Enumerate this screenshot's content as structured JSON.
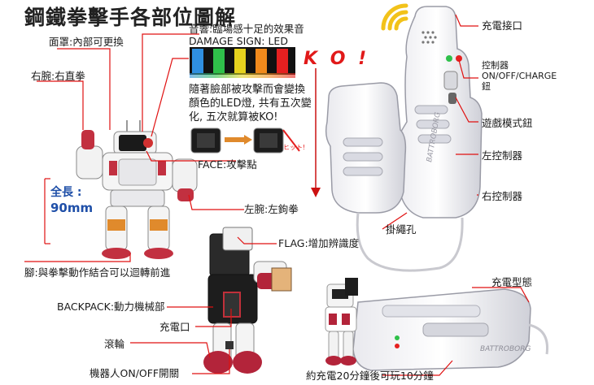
{
  "title": "鋼鐵拳擊手各部位圖解",
  "robot_labels": {
    "mask": "面罩:內部可更換",
    "right_arm": "右腕:右直拳",
    "sound": "音響:臨場感十足的效果音",
    "damage_sign": "DAMAGE SIGN: LED",
    "ko": "K O !",
    "led_desc": [
      "隨著臉部被攻擊而會變換",
      "顏色的LED燈, 共有五次變",
      "化, 五次就算被KO!"
    ],
    "face": "FACE:攻擊點",
    "left_arm": "左腕:左鉤拳",
    "flag": "FLAG:增加辨識度",
    "legs": "腳:與拳擊動作結合可以迴轉前進",
    "backpack": "BACKPACK:動力機械部",
    "charge_port_robot": "充電口",
    "wheel": "滾輪",
    "robot_power": "機器人ON/OFF開關"
  },
  "size": {
    "label": "全長 :",
    "value": "90mm"
  },
  "controller_labels": {
    "charge_port": "充電接口",
    "controller": "控制器",
    "power_switch": "ON/OFF/CHARGE",
    "switch_suffix": "鈕",
    "game_mode": "遊戲模式鈕",
    "left_controller": "左控制器",
    "right_controller": "右控制器",
    "strap_hole": "掛繩孔",
    "charging_state": "充電型態",
    "charge_time": "約充電20分鐘後可玩10分鐘"
  },
  "colors": {
    "arrow": "#cc1010",
    "leader": "#e01010",
    "ko": "#e11919",
    "size_text": "#1f4fa8",
    "led": [
      "#2f8fe0",
      "#2fc04a",
      "#e6d21e",
      "#f08a1c",
      "#e52020"
    ]
  },
  "icons": [
    "signal-waves-icon",
    "robot-illustration",
    "controller-illustration",
    "led-strip-icon",
    "charging-dock-illustration"
  ]
}
